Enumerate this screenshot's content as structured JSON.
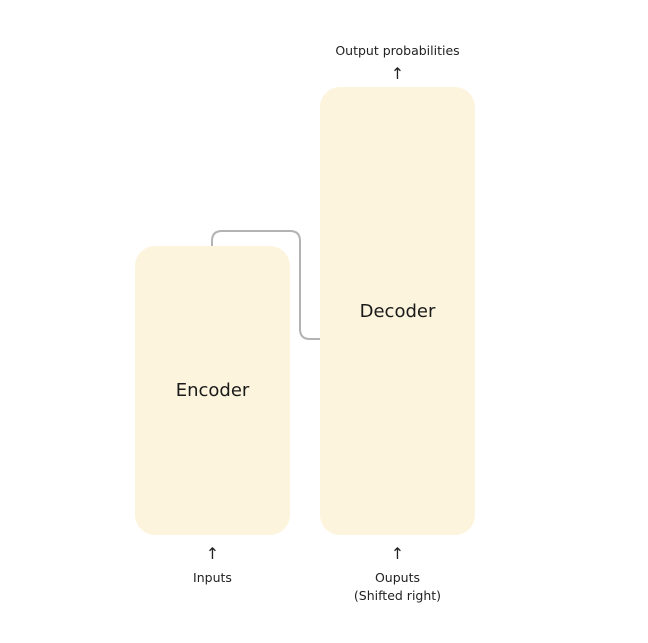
{
  "diagram": {
    "encoder": {
      "label": "Encoder",
      "fill": "#fcf4dd"
    },
    "decoder": {
      "label": "Decoder",
      "fill": "#fcf4dd"
    },
    "connector_color": "#b3b3b3",
    "inputs": {
      "arrow": "↑",
      "label": "Inputs"
    },
    "outputs": {
      "arrow": "↑",
      "line1": "Ouputs",
      "line2": "(Shifted right)"
    },
    "output_probabilities": {
      "arrow": "↑",
      "label": "Output probabilities"
    }
  }
}
